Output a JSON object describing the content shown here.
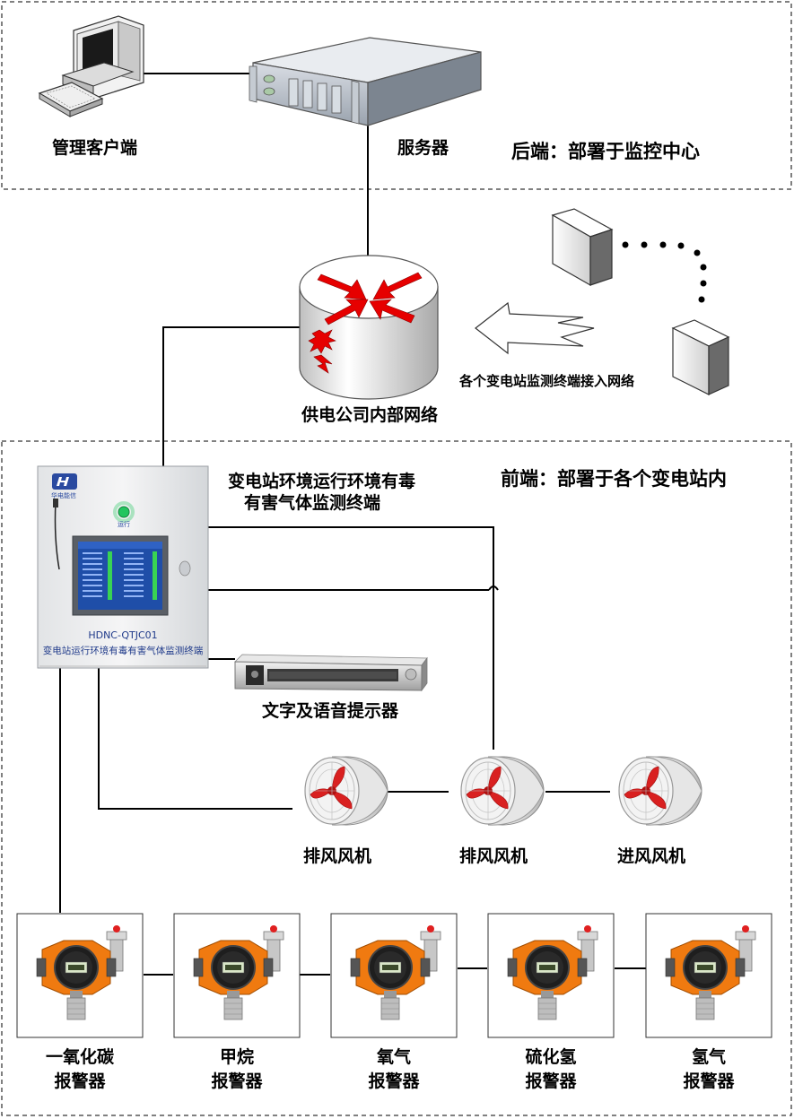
{
  "backend": {
    "section_label": "后端：部署于监控中心",
    "client_label": "管理客户端",
    "server_label": "服务器"
  },
  "network": {
    "label": "供电公司内部网络",
    "access_label": "各个变电站监测终端接入网络"
  },
  "frontend": {
    "section_label": "前端：部署于各个变电站内",
    "terminal_title": [
      "变电站环境运行环境有毒",
      "有害气体监测终端"
    ],
    "cabinet": {
      "brand": "华电能信",
      "run_light": "运行",
      "model": "HDNC-QTJC01",
      "caption": "变电站运行环境有毒有害气体监测终端"
    },
    "prompter_label": "文字及语音提示器",
    "fans": [
      {
        "label": "排风风机"
      },
      {
        "label": "排风风机"
      },
      {
        "label": "进风风机"
      }
    ],
    "alarms": [
      {
        "line1": "一氧化碳",
        "line2": "报警器"
      },
      {
        "line1": "甲烷",
        "line2": "报警器"
      },
      {
        "line1": "氧气",
        "line2": "报警器"
      },
      {
        "line1": "硫化氢",
        "line2": "报警器"
      },
      {
        "line1": "氢气",
        "line2": "报警器"
      }
    ]
  },
  "colors": {
    "router_arrow": "#e60000",
    "fan_blade": "#d92020",
    "detector_orange": "#f07a10",
    "run_light": "#22c55e",
    "screen": "#1f4ea8"
  }
}
